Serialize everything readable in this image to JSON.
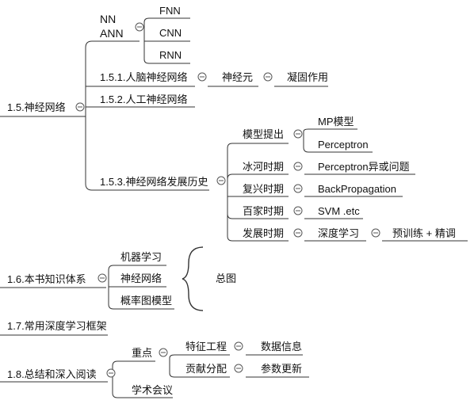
{
  "nodes": {
    "nn": "NN",
    "ann": "ANN",
    "fnn": "FNN",
    "cnn": "CNN",
    "rnn": "RNN",
    "s151": "1.5.1.人脑神经网络",
    "neuron": "神经元",
    "coagulation": "凝固作用",
    "s15": "1.5.神经网络",
    "s152": "1.5.2.人工神经网络",
    "s153": "1.5.3.神经网络发展历史",
    "model_proposed": "模型提出",
    "mp_model": "MP模型",
    "perceptron": "Perceptron",
    "ice_age": "冰河时期",
    "perceptron_xor": "Perceptron异或问题",
    "revival": "复兴时期",
    "backprop": "BackPropagation",
    "hundred_schools": "百家时期",
    "svm": "SVM .etc",
    "development": "发展时期",
    "deep_learning": "深度学习",
    "pretrain": "预训练 + 精调",
    "s16": "1.6.本书知识体系",
    "ml": "机器学习",
    "nn_cn": "神经网络",
    "pgm": "概率图模型",
    "overview": "总图",
    "s17": "1.7.常用深度学习框架",
    "s18": "1.8.总结和深入阅读",
    "key_points": "重点",
    "feature_eng": "特征工程",
    "data_info": "数据信息",
    "credit_assign": "贡献分配",
    "param_update": "参数更新",
    "conferences": "学术会议"
  },
  "colors": {
    "line": "#333333",
    "text": "#111111",
    "background": "#ffffff"
  }
}
